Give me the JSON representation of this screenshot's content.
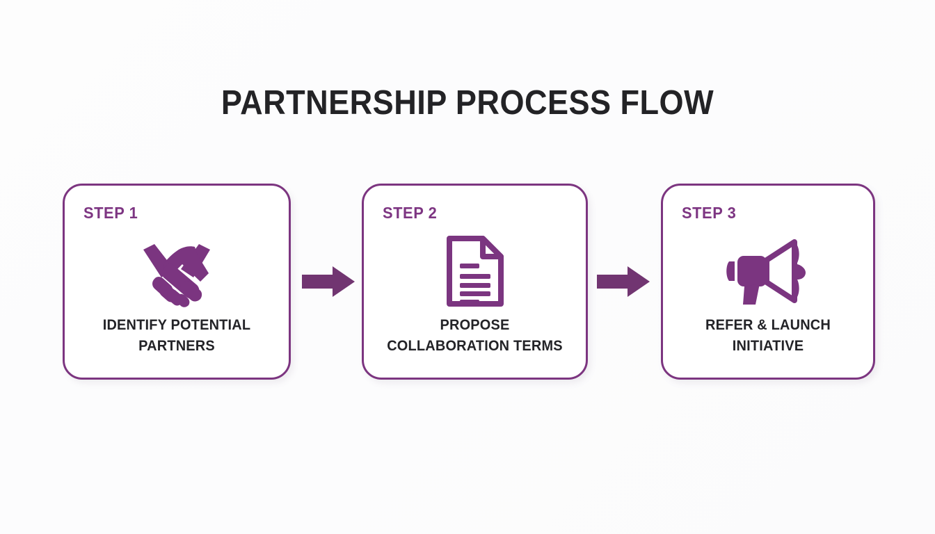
{
  "page": {
    "title": "PARTNERSHIP PROCESS FLOW",
    "background_color": "#fdfdfd"
  },
  "theme": {
    "accent_purple": "#7c3580",
    "icon_purple": "#7b3580",
    "arrow_purple": "#713571",
    "text_dark": "#232327",
    "card_background": "#ffffff"
  },
  "flow": {
    "steps": [
      {
        "step_label": "STEP 1",
        "icon": "handshake-icon",
        "caption": "IDENTIFY POTENTIAL\nPARTNERS"
      },
      {
        "step_label": "STEP 2",
        "icon": "document-icon",
        "caption": "PROPOSE\nCOLLABORATION TERMS"
      },
      {
        "step_label": "STEP 3",
        "icon": "megaphone-icon",
        "caption": "REFER & LAUNCH\nINITIATIVE"
      }
    ],
    "connectors": [
      {
        "icon": "arrow-right-icon",
        "from": "STEP 1",
        "to": "STEP 2"
      },
      {
        "icon": "arrow-right-icon",
        "from": "STEP 2",
        "to": "STEP 3"
      }
    ]
  }
}
